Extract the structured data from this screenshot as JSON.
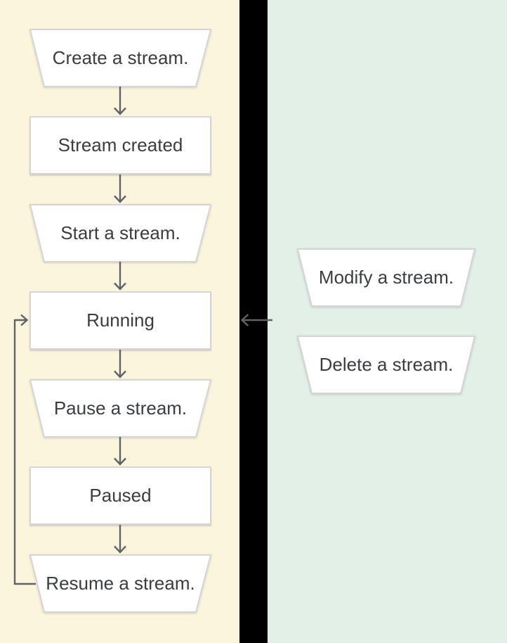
{
  "diagram": {
    "description": "Stream lifecycle flowchart",
    "left_panel": {
      "nodes": [
        {
          "id": "create",
          "label": "Create a stream.",
          "shape": "trapezoid",
          "kind": "action"
        },
        {
          "id": "created",
          "label": "Stream created",
          "shape": "rect",
          "kind": "state"
        },
        {
          "id": "start",
          "label": "Start a stream.",
          "shape": "trapezoid",
          "kind": "action"
        },
        {
          "id": "running",
          "label": "Running",
          "shape": "rect",
          "kind": "state"
        },
        {
          "id": "pause",
          "label": "Pause a stream.",
          "shape": "trapezoid",
          "kind": "action"
        },
        {
          "id": "paused",
          "label": "Paused",
          "shape": "rect",
          "kind": "state"
        },
        {
          "id": "resume",
          "label": "Resume a stream.",
          "shape": "trapezoid",
          "kind": "action"
        }
      ]
    },
    "right_panel": {
      "nodes": [
        {
          "id": "modify",
          "label": "Modify a stream.",
          "shape": "trapezoid",
          "kind": "action"
        },
        {
          "id": "delete",
          "label": "Delete a stream.",
          "shape": "trapezoid",
          "kind": "action"
        }
      ]
    },
    "edges": [
      {
        "from": "create",
        "to": "created",
        "style": "arrow-down"
      },
      {
        "from": "created",
        "to": "start",
        "style": "arrow-down"
      },
      {
        "from": "start",
        "to": "running",
        "style": "arrow-down"
      },
      {
        "from": "running",
        "to": "pause",
        "style": "arrow-down"
      },
      {
        "from": "pause",
        "to": "paused",
        "style": "arrow-down"
      },
      {
        "from": "paused",
        "to": "resume",
        "style": "arrow-down"
      },
      {
        "from": "resume",
        "to": "running",
        "style": "loopback-left"
      },
      {
        "from": "right_panel",
        "to": "running",
        "style": "arrow-left-through-gap"
      }
    ]
  },
  "colors": {
    "left_panel_bg": "#FCF5DD",
    "right_panel_bg": "#E2F0E8",
    "gap_bg": "#000000",
    "node_fill": "#FFFFFF",
    "node_border": "#D5D6D7",
    "text": "#3A3D41",
    "arrow": "#5F6368"
  }
}
